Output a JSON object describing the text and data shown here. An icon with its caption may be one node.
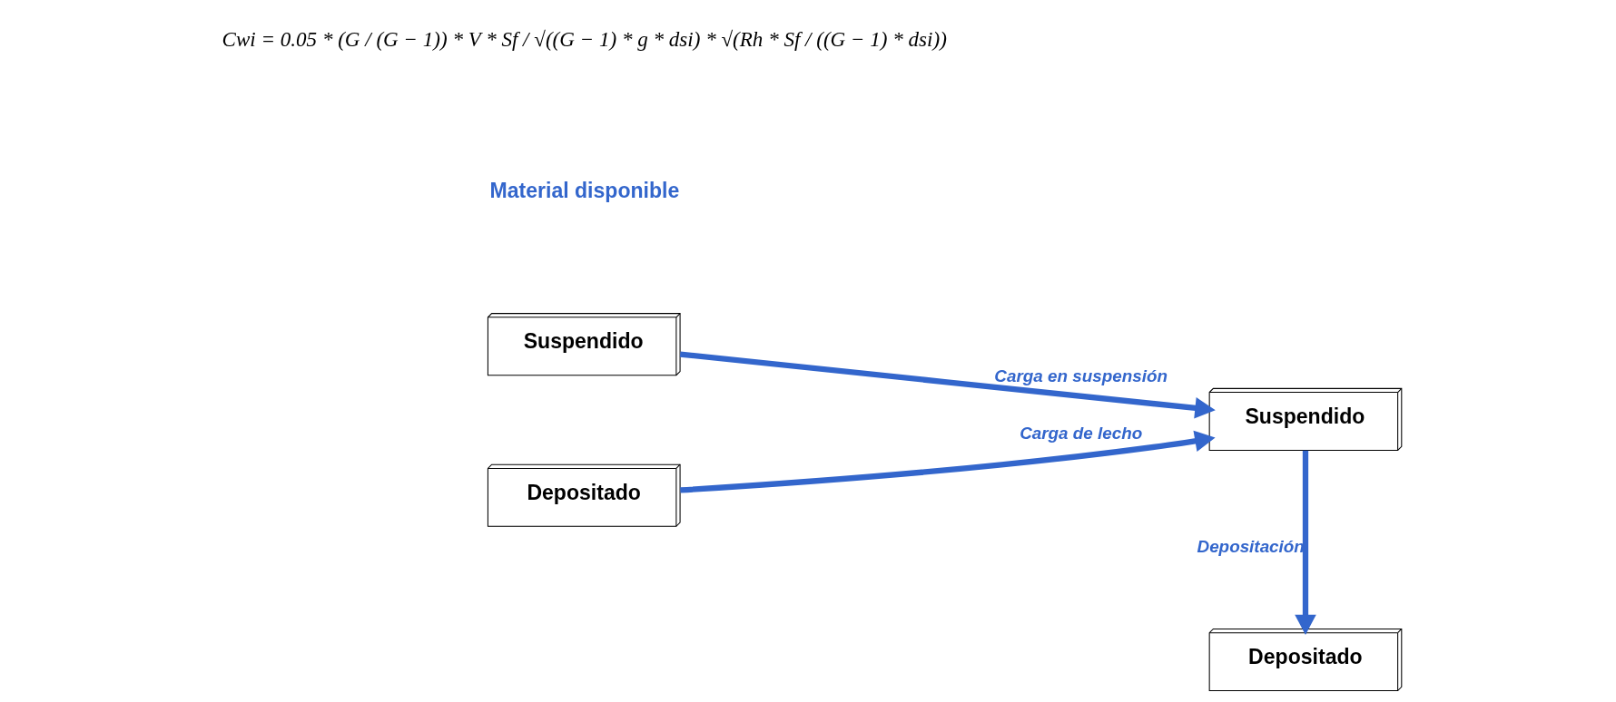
{
  "diagram": {
    "nodes": [
      {
        "text": [
          "Suspendido"
        ]
      },
      {
        "text": [
          "Depositado"
        ]
      },
      {
        "text": [
          "Suspendido"
        ]
      },
      {
        "text": [
          "Depositado"
        ]
      }
    ],
    "edges": [
      {
        "from": 0,
        "to": 2,
        "arrow": "to",
        "label": "Carga en suspensión"
      },
      {
        "from": 1,
        "to": 2,
        "arrow": "to",
        "label": "Carga de lecho"
      },
      {
        "from": 2,
        "to": 3,
        "arrow": "to",
        "label": "Depositación"
      }
    ],
    "labels": [
      "Material disponible",
      "Cwi = 0.05 * (G / (G − 1)) * V * Sf / √((G − 1) * g * dsi) * √(Rh * Sf / ((G − 1) * dsi))"
    ]
  }
}
